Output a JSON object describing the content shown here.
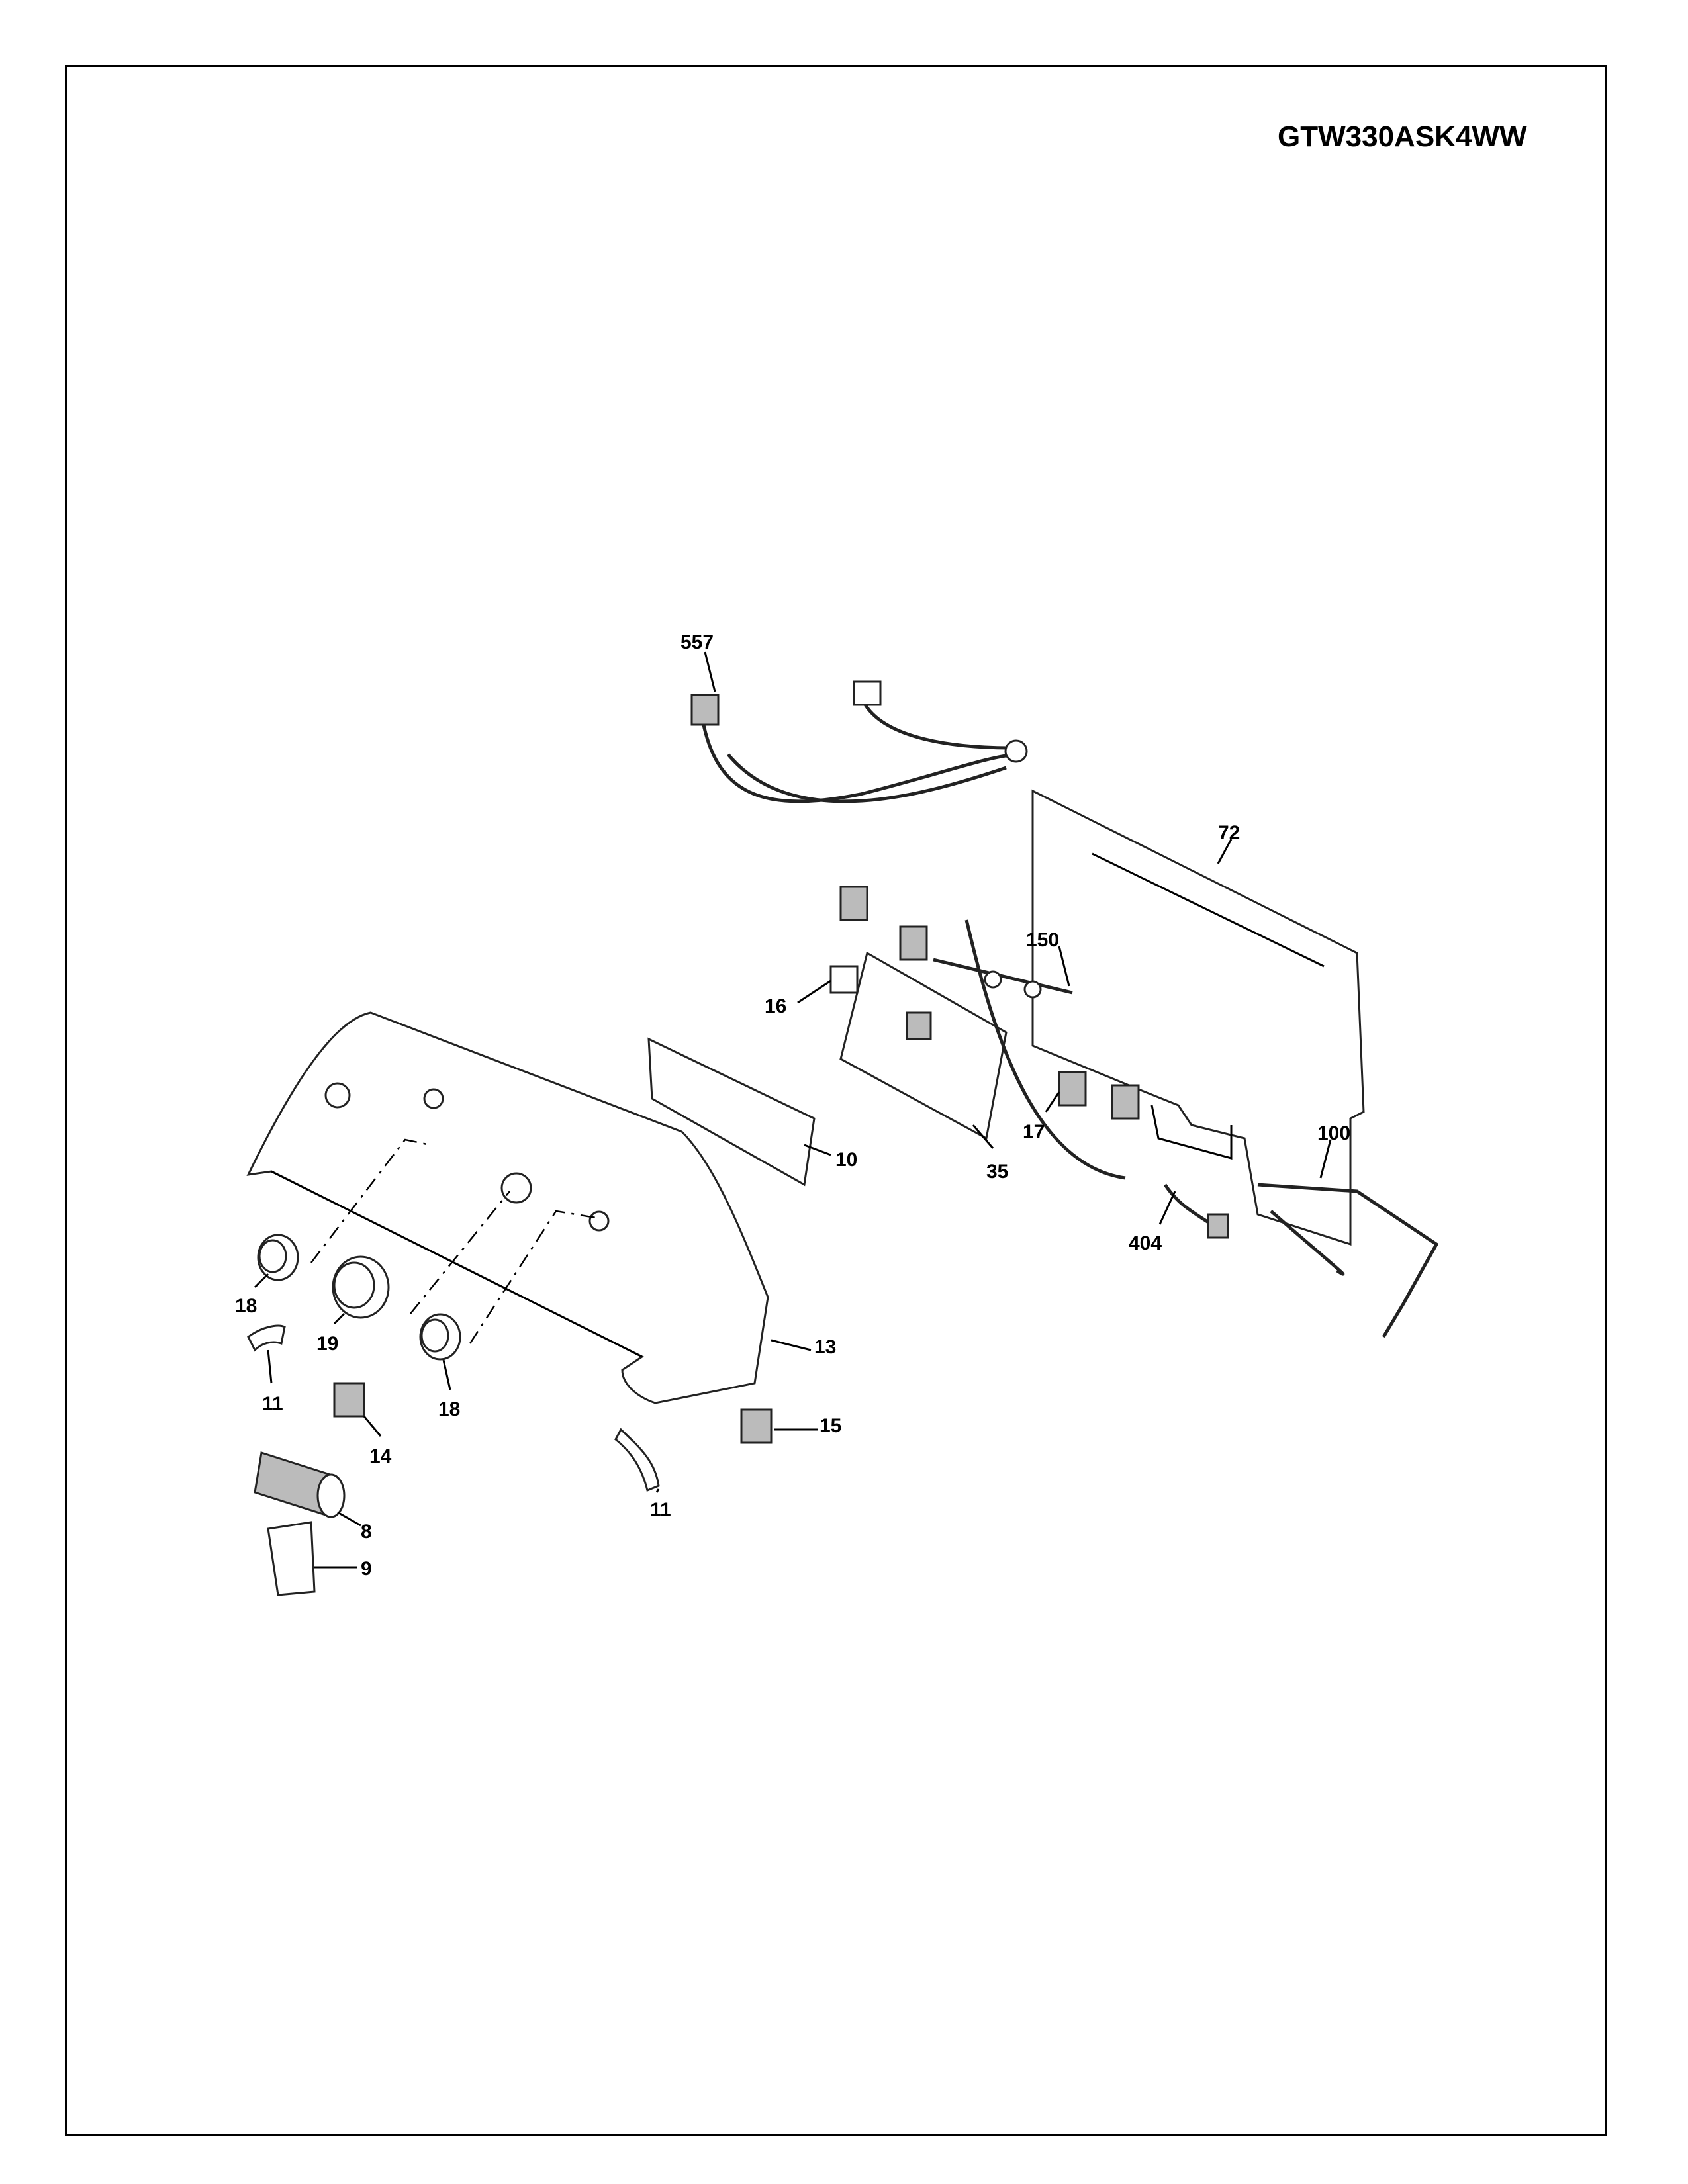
{
  "model_number": "GTW330ASK4WW",
  "callouts": {
    "c557": "557",
    "c72": "72",
    "c150": "150",
    "c16": "16",
    "c10": "10",
    "c35": "35",
    "c17": "17",
    "c100": "100",
    "c404": "404",
    "c18a": "18",
    "c19": "19",
    "c13": "13",
    "c11a": "11",
    "c18b": "18",
    "c14": "14",
    "c15": "15",
    "c11b": "11",
    "c8": "8",
    "c9": "9"
  }
}
